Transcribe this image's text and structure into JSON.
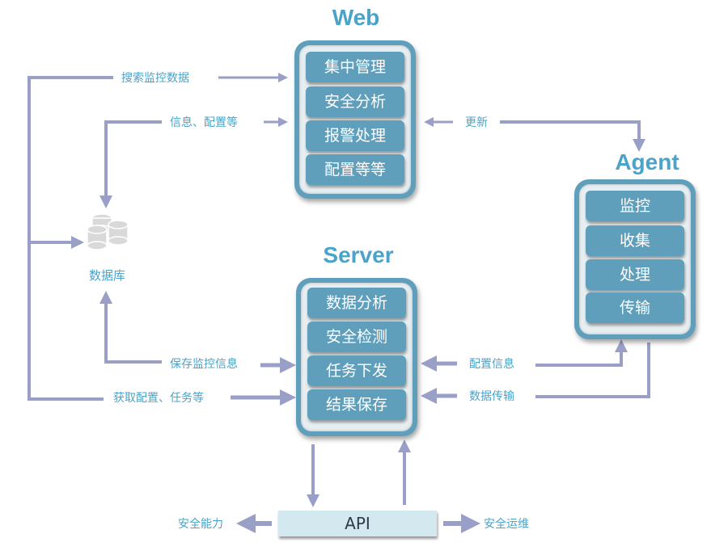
{
  "web": {
    "title": "Web",
    "modules": [
      "集中管理",
      "安全分析",
      "报警处理",
      "配置等等"
    ]
  },
  "server": {
    "title": "Server",
    "modules": [
      "数据分析",
      "安全检测",
      "任务下发",
      "结果保存"
    ]
  },
  "agent": {
    "title": "Agent",
    "modules": [
      "监控",
      "收集",
      "处理",
      "传输"
    ]
  },
  "database": {
    "label": "数据库",
    "icon": "database-icon"
  },
  "api": {
    "label": "API"
  },
  "edges": {
    "search_monitor_data": "搜索监控数据",
    "info_config": "信息、配置等",
    "update": "更新",
    "save_monitor_info": "保存监控信息",
    "get_config_tasks": "获取配置、任务等",
    "config_info": "配置信息",
    "data_transfer": "数据传输",
    "security_capability": "安全能力",
    "security_ops": "安全运维"
  },
  "colors": {
    "title": "#4aa3c8",
    "module": "#5f9fbc",
    "arrow": "#9a9fc7",
    "api_box": "#d3e8ef"
  }
}
